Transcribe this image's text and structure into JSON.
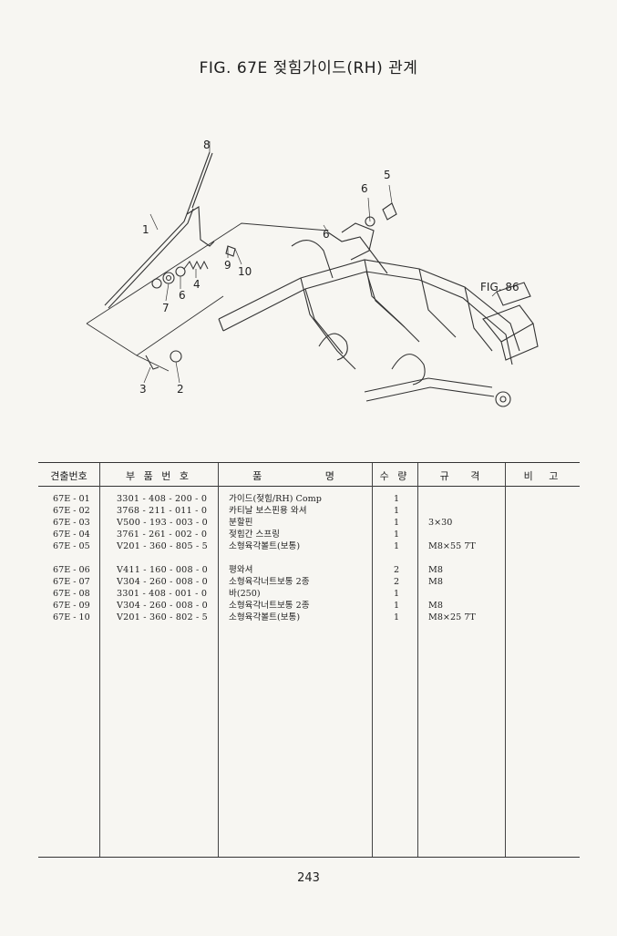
{
  "page": {
    "title": "FIG. 67E 젖힘가이드(RH) 관계",
    "page_number": "243"
  },
  "diagram": {
    "callouts": [
      "8",
      "1",
      "6",
      "5",
      "6",
      "9",
      "10",
      "4",
      "6",
      "7",
      "3",
      "2"
    ],
    "fig_reference": "FIG. 86"
  },
  "table": {
    "headers": {
      "no": "견출번호",
      "part_number": "부 품 번 호",
      "name": "품 명",
      "quantity": "수 량",
      "spec": "규 격",
      "remarks": "비 고"
    },
    "rows": [
      {
        "no": "67E - 01",
        "part_number": "3301 - 408 - 200 - 0",
        "name": "가이드(젖힘/RH) Comp",
        "quantity": "1",
        "spec": ""
      },
      {
        "no": "67E - 02",
        "part_number": "3768 - 211 - 011 - 0",
        "name": "카티날 보스핀용 와셔",
        "quantity": "1",
        "spec": ""
      },
      {
        "no": "67E - 03",
        "part_number": "V500 - 193 - 003 - 0",
        "name": "분할핀",
        "quantity": "1",
        "spec": "3×30"
      },
      {
        "no": "67E - 04",
        "part_number": "3761 - 261 - 002 - 0",
        "name": "젖힘간 스프링",
        "quantity": "1",
        "spec": ""
      },
      {
        "no": "67E - 05",
        "part_number": "V201 - 360 - 805 - 5",
        "name": "소형육각볼트(보통)",
        "quantity": "1",
        "spec": "M8×55 7T"
      },
      {
        "no": "67E - 06",
        "part_number": "V411 - 160 - 008 - 0",
        "name": "평와셔",
        "quantity": "2",
        "spec": "M8"
      },
      {
        "no": "67E - 07",
        "part_number": "V304 - 260 - 008 - 0",
        "name": "소형육각너트보통 2종",
        "quantity": "2",
        "spec": "M8"
      },
      {
        "no": "67E - 08",
        "part_number": "3301 - 408 - 001 - 0",
        "name": "바(250)",
        "quantity": "1",
        "spec": ""
      },
      {
        "no": "67E - 09",
        "part_number": "V304 - 260 - 008 - 0",
        "name": "소형육각너트보통 2종",
        "quantity": "1",
        "spec": "M8"
      },
      {
        "no": "67E - 10",
        "part_number": "V201 - 360 - 802 - 5",
        "name": "소형육각볼트(보통)",
        "quantity": "1",
        "spec": "M8×25 7T"
      }
    ]
  }
}
